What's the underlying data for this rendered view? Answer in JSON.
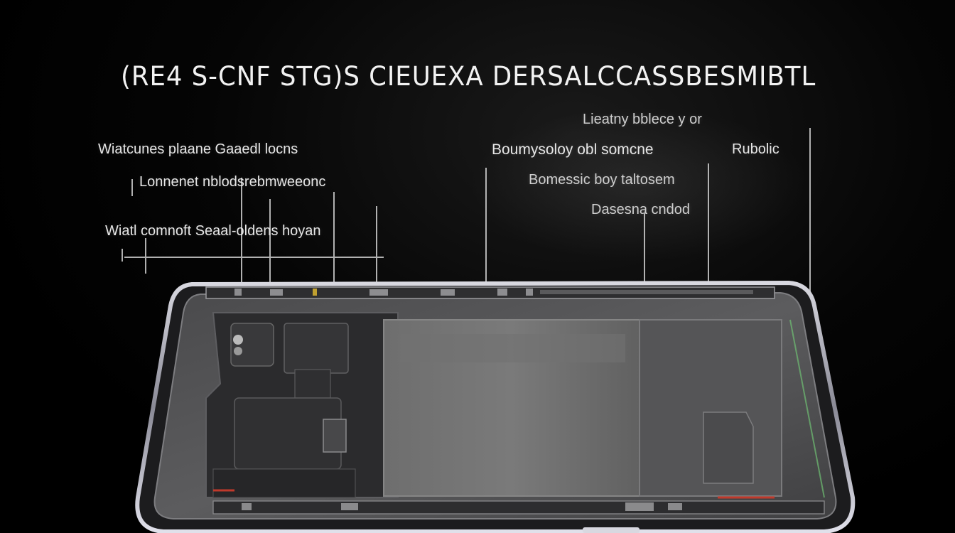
{
  "title": "(RE4 S-CNF STG)S CIEUEXA DERSALCCASSBESMIBTL",
  "callouts": {
    "top_left_1": "Wiatcunes plaane Gaaedl locns",
    "top_left_2": "Lonnenet nblodsrebmweeonc",
    "top_left_3": "Wiatl comnoft  Seaal-oldens hoyan",
    "top_right_1": "Lieatny bblece y or",
    "top_right_2": "Boumysoloy obl somcne",
    "top_right_3": "Rubolic",
    "top_right_4": "Bomessic  boy taltosem",
    "top_right_5": "Dasesna cndod"
  },
  "colors": {
    "background": "#000000",
    "frame": "#b8b8c4",
    "board": "#3a3a3c",
    "battery": "#6a6a6a",
    "leader": "#cfcfcf",
    "accent_red": "#c0392b",
    "accent_green": "#6fbf73"
  }
}
